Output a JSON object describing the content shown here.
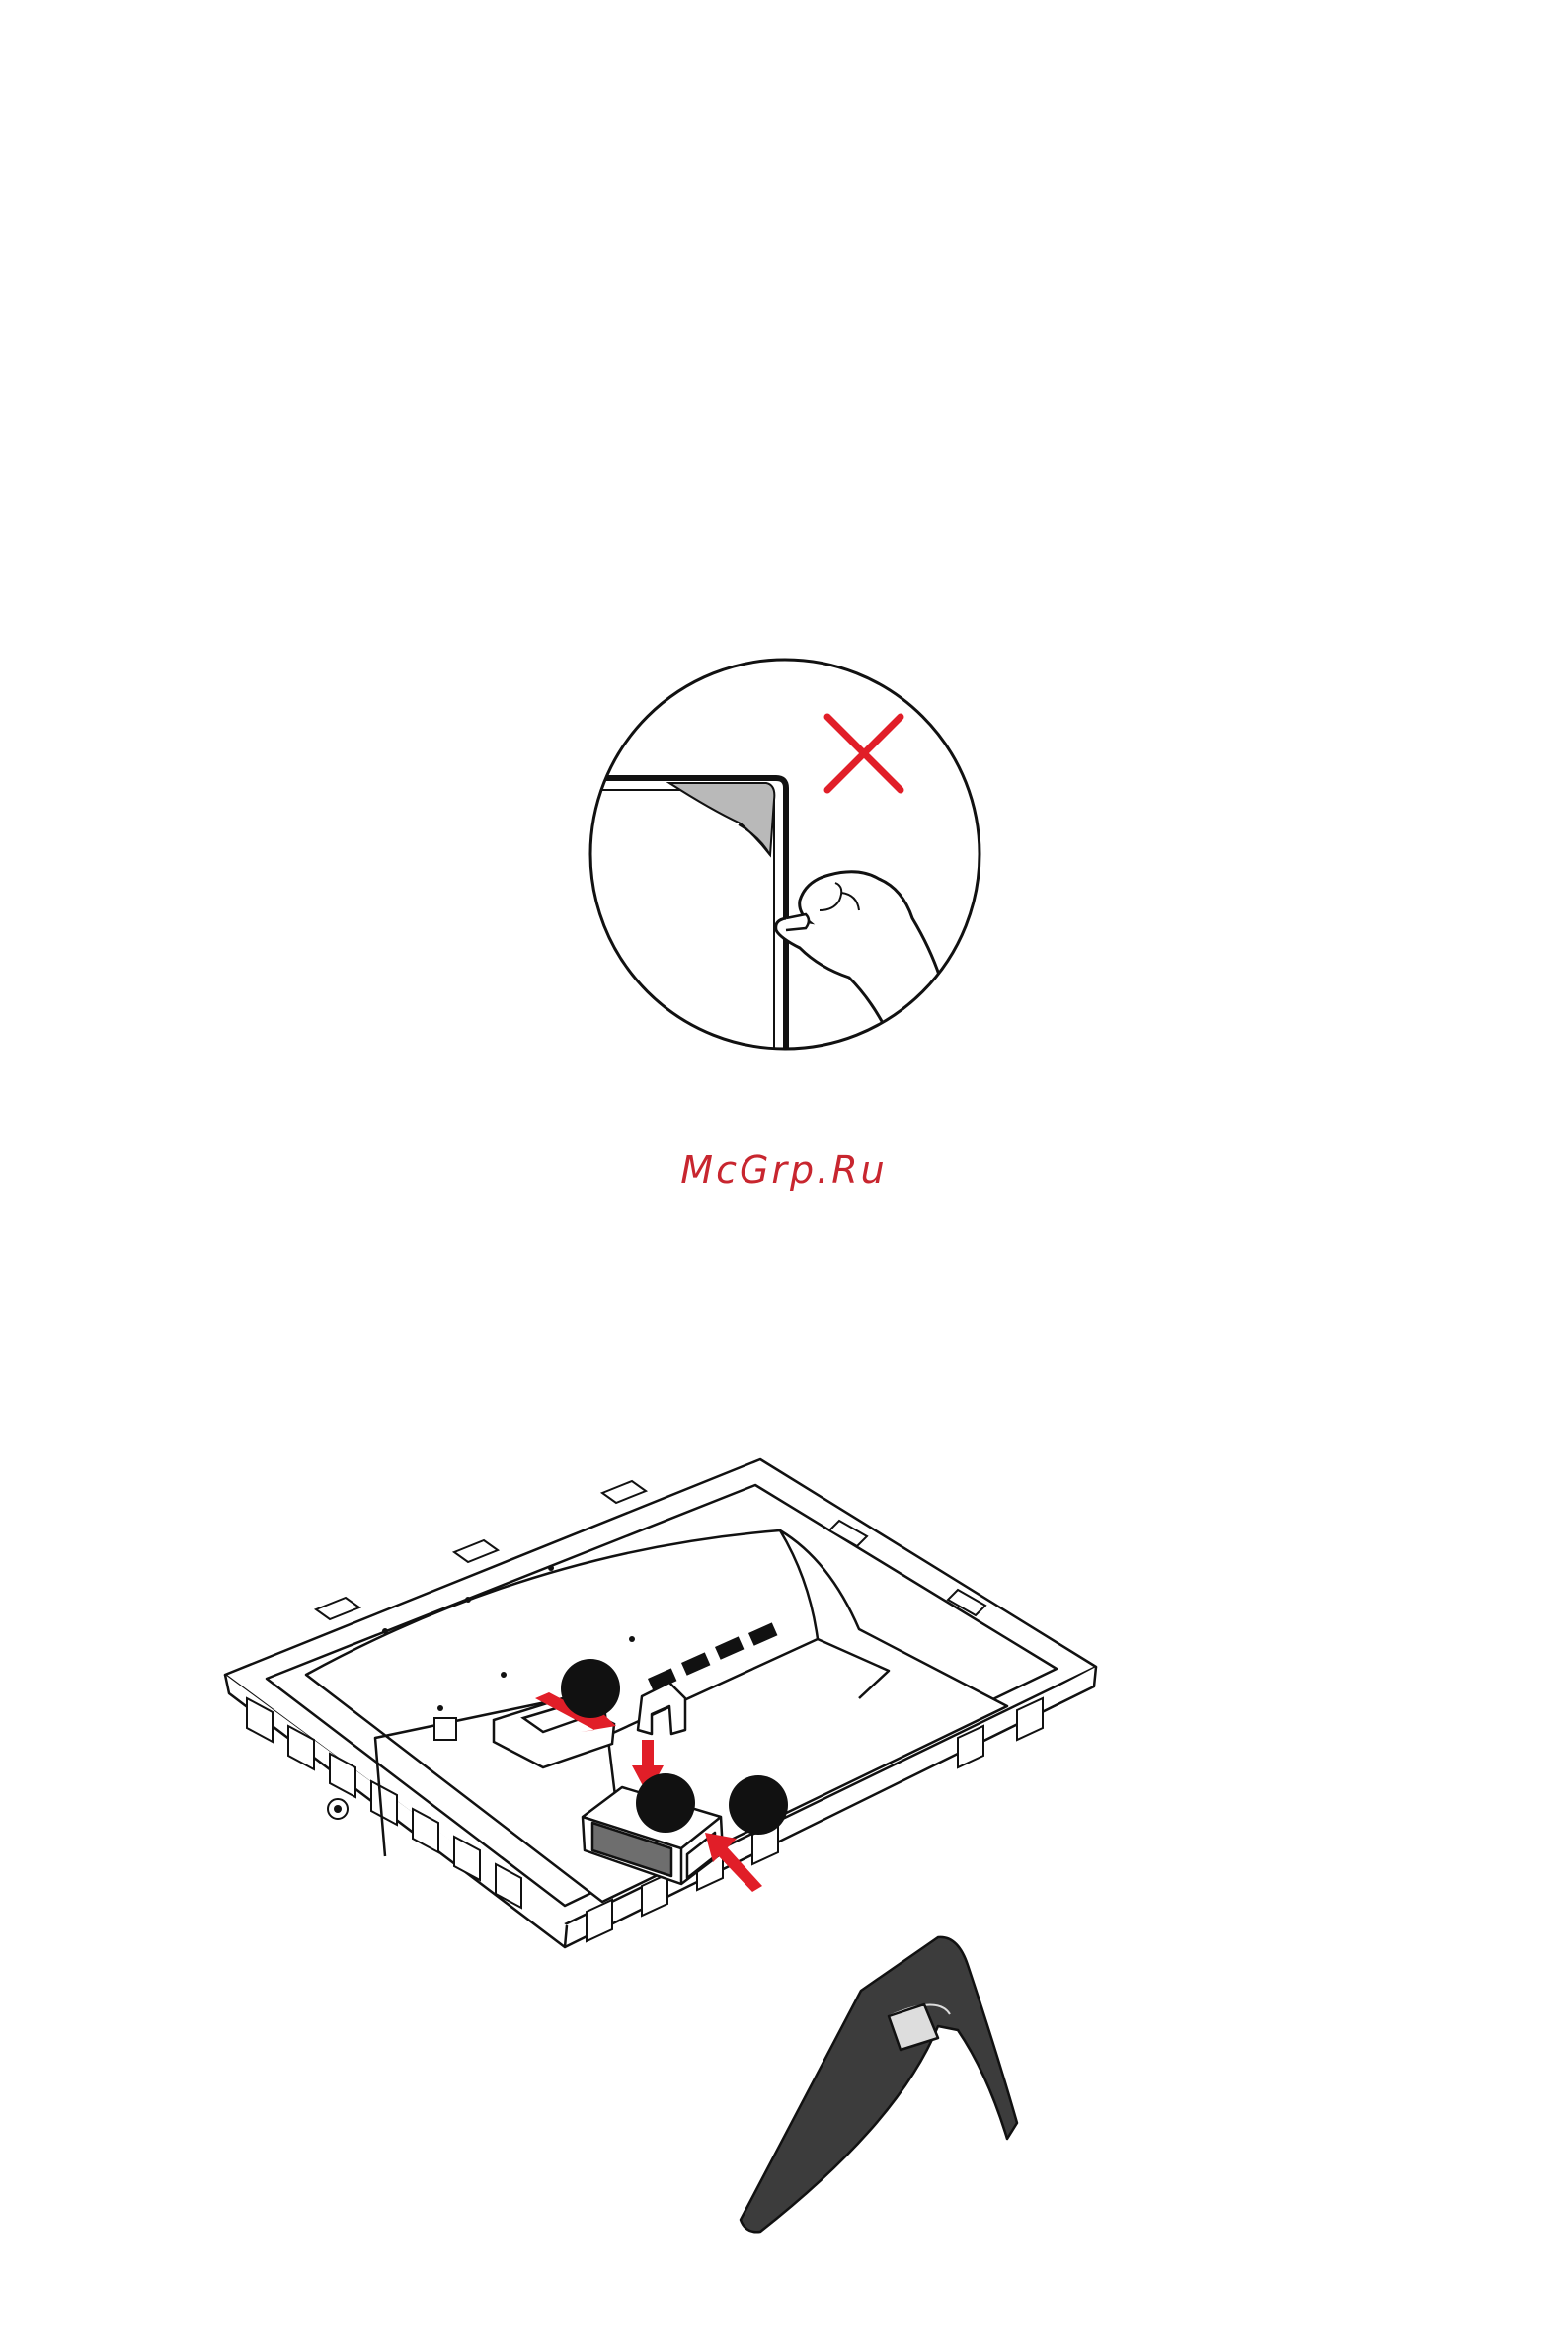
{
  "watermark": {
    "text": "McGrp.Ru",
    "color": "#c8262f"
  },
  "illustration_peel": {
    "icon": "hand-peeling-film-warning"
  },
  "illustration_assembly": {
    "icon": "monitor-stand-assembly",
    "step_markers": [
      "",
      "",
      ""
    ]
  },
  "colors": {
    "line": "#111111",
    "accent": "#e11e28"
  }
}
